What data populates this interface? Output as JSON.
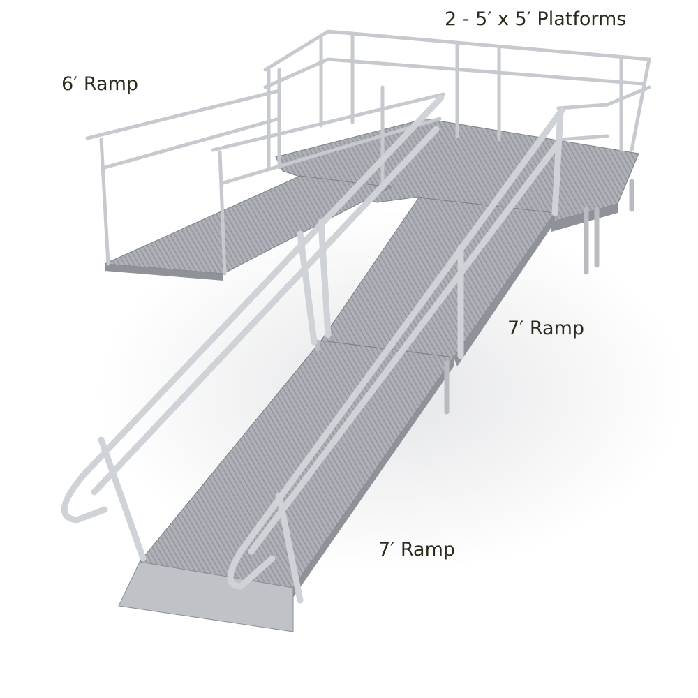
{
  "labels": {
    "platforms": "2 - 5′ x 5′ Platforms",
    "ramp_6ft": "6′ Ramp",
    "ramp_7ft_upper": "7′ Ramp",
    "ramp_7ft_lower": "7′ Ramp"
  },
  "colors": {
    "text": "#2b2a1c",
    "deck": "#a9adb3",
    "rail": "#c9ccd1",
    "rail_dark": "#8a8e94"
  }
}
